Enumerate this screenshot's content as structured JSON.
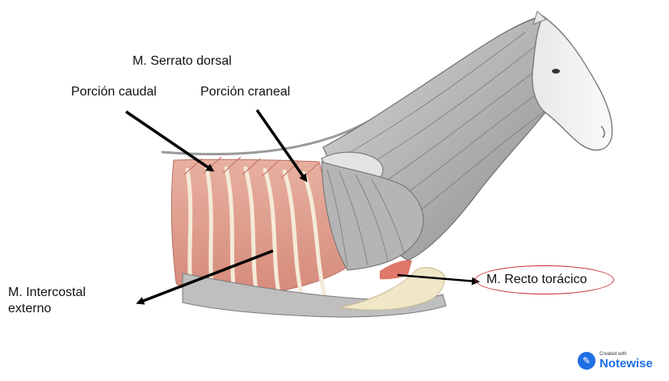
{
  "labels": {
    "serrato_dorsal": "M. Serrato dorsal",
    "porcion_caudal": "Porción caudal",
    "porcion_craneal": "Porción craneal",
    "intercostal_line1": "M. Intercostal",
    "intercostal_line2": "externo",
    "recto_toracico": "M. Recto torácico"
  },
  "watermark": {
    "small": "Created with",
    "brand": "Notewise"
  },
  "colors": {
    "arrow": "#000000",
    "highlight": "#c8262a",
    "brand": "#1f6fe5"
  },
  "icons": {
    "badge": "pencil-icon"
  }
}
